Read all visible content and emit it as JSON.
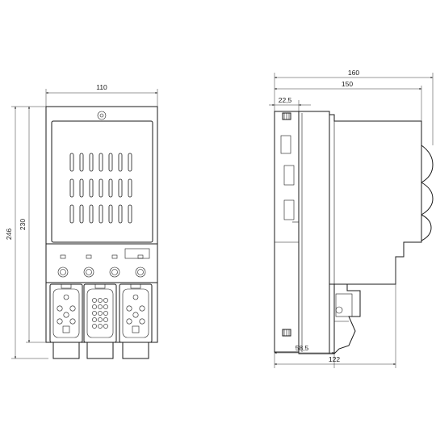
{
  "front_view": {
    "dims": {
      "width": "110",
      "height_outer": "246",
      "height_inner": "230"
    }
  },
  "side_view": {
    "dims": {
      "depth_total": "160",
      "depth_body": "150",
      "offset_top": "22,5",
      "offset_bottom": "58,5",
      "depth_bottom": "122"
    }
  }
}
